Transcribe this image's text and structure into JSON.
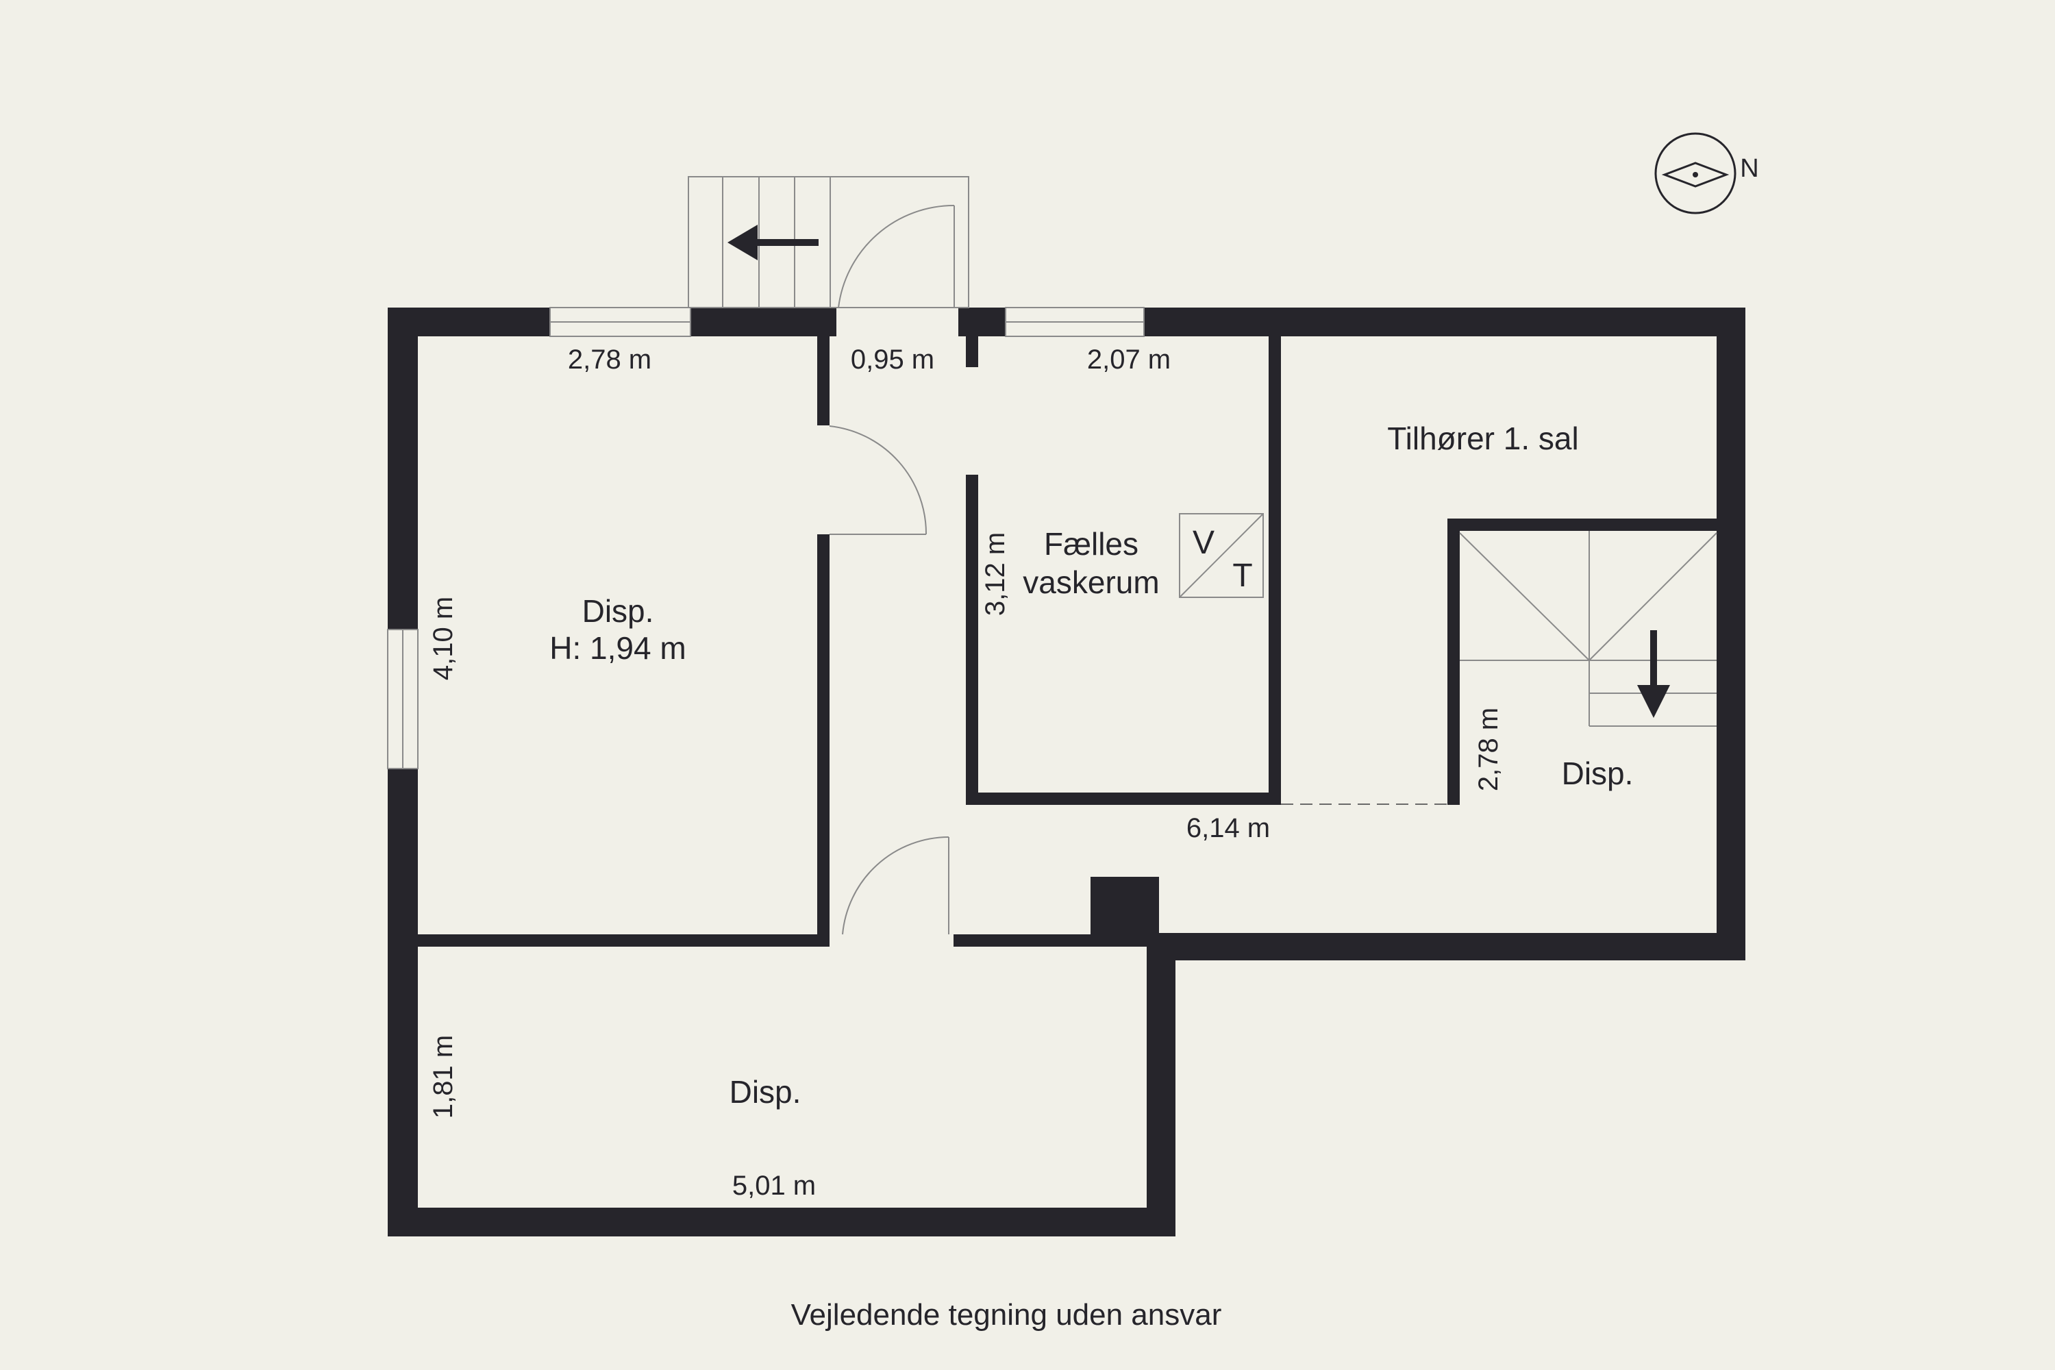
{
  "rooms": {
    "disp_top_left": {
      "name": "Disp.",
      "height": "H: 1,94 m"
    },
    "disp_bottom": {
      "name": "Disp."
    },
    "disp_right": {
      "name": "Disp."
    },
    "laundry": {
      "line1": "Fælles",
      "line2": "vaskerum"
    },
    "upper_area": {
      "name": "Tilhører 1. sal"
    }
  },
  "dimensions": {
    "top_left_width": "2,78 m",
    "door_width": "0,95 m",
    "top_mid_width": "2,07 m",
    "left_height": "4,10 m",
    "laundry_height": "3,12 m",
    "corridor_width": "6,14 m",
    "stair_height": "2,78 m",
    "bottom_height": "1,81 m",
    "bottom_width": "5,01 m"
  },
  "utility_box": {
    "v": "V",
    "t": "T"
  },
  "compass": {
    "label": "N"
  },
  "footer": "Vejledende tegning uden ansvar"
}
